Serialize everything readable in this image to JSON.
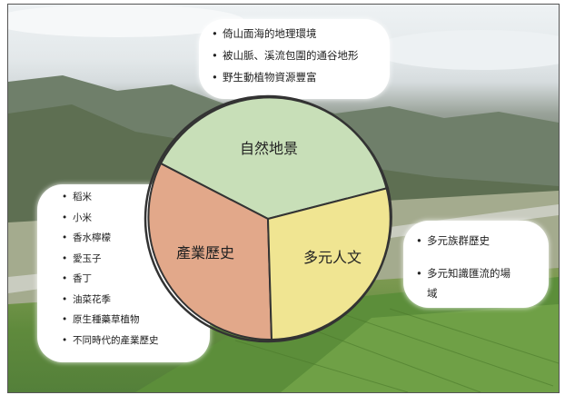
{
  "top_bullets": [
    "倚山面海的地理環境",
    "被山脈、溪流包圍的通谷地形",
    "野生動植物資源豐富"
  ],
  "left_bullets": [
    "稻米",
    "小米",
    "香水檸檬",
    "愛玉子",
    "香丁",
    "油菜花季",
    "原生種藥草植物",
    "不同時代的產業歷史"
  ],
  "right_bullets": [
    "多元族群歷史",
    "多元知識匯流的場域"
  ],
  "pie": {
    "segments": [
      {
        "label": "自然地景",
        "color": "#c8dfb8"
      },
      {
        "label": "產業歷史",
        "color": "#e2a88a"
      },
      {
        "label": "多元人文",
        "color": "#f0e592"
      }
    ]
  }
}
